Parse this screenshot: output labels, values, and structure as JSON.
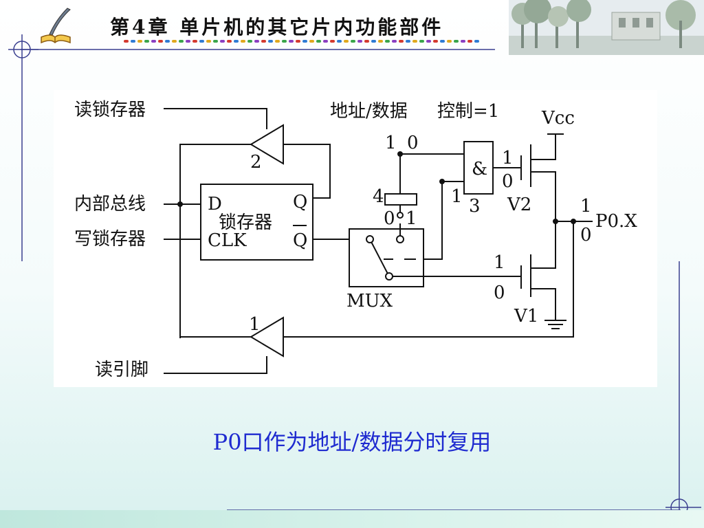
{
  "slide": {
    "title": "第4章  单片机的其它片内功能部件",
    "caption": "P0口作为地址/数据分时复用"
  },
  "diagram": {
    "labels": {
      "read_latch": "读锁存器",
      "internal_bus": "内部总线",
      "write_latch": "写锁存器",
      "read_pin": "读引脚",
      "addr_data": "地址/数据",
      "control": "控制=1",
      "vcc": "Vcc",
      "latch_name": "锁存器",
      "latch_d": "D",
      "latch_clk": "CLK",
      "latch_q": "Q",
      "latch_qbar": "Q",
      "mux": "MUX",
      "and_symbol": "&",
      "and_num": "3",
      "buf_top_num": "2",
      "buf_bottom_num": "1",
      "switch_num": "4",
      "v1": "V1",
      "v2": "V2",
      "p0x": "P0.X",
      "ad_1": "1",
      "ad_0": "0",
      "sw_0": "0",
      "sw_1": "1",
      "and_in_1": "1",
      "v2_1": "1",
      "v2_0": "0",
      "v1_1": "1",
      "v1_0": "0",
      "p0_1": "1",
      "p0_0": "0"
    }
  },
  "colors": {
    "caption": "#1f2bd0",
    "wire": "#111111"
  }
}
